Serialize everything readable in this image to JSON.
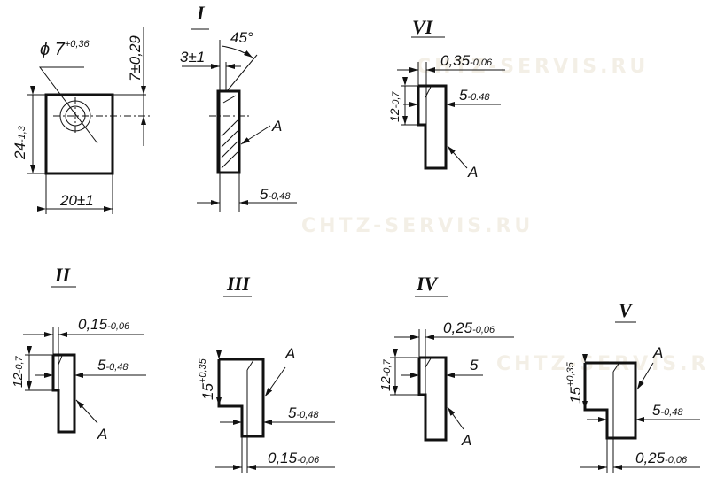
{
  "watermark": "CHTZ-SERVIS.RU",
  "blank": {
    "hole": {
      "sym": "ϕ 7",
      "tol": "+0,36"
    },
    "height": {
      "main": "24",
      "tol": "-1,3"
    },
    "width": {
      "main": "20±1"
    },
    "offset": {
      "main": "7±0,29"
    }
  },
  "views": {
    "I": {
      "title": "I",
      "gap": "3±1",
      "angle": "45°",
      "surface": "A",
      "thick": {
        "main": "5",
        "tol": "-0,48"
      }
    },
    "VI": {
      "title": "VI",
      "step": {
        "main": "0,35",
        "tol": "-0,06"
      },
      "thick": {
        "main": "5",
        "tol": "-0.48"
      },
      "height": {
        "main": "12",
        "tol": "-0,7"
      },
      "surface": "A"
    },
    "II": {
      "title": "II",
      "step": {
        "main": "0,15",
        "tol": "-0,06"
      },
      "thick": {
        "main": "5",
        "tol": "-0,48"
      },
      "height": {
        "main": "12",
        "tol": "-0,7"
      },
      "surface": "A"
    },
    "III": {
      "title": "III",
      "height": {
        "main": "15",
        "tol": "+0,35"
      },
      "thick": {
        "main": "5",
        "tol": "-0,48"
      },
      "step": {
        "main": "0,15",
        "tol": "-0,06"
      },
      "surface": "A"
    },
    "IV": {
      "title": "IV",
      "step": {
        "main": "0,25",
        "tol": "-0,06"
      },
      "thick": {
        "main": "5"
      },
      "height": {
        "main": "12",
        "tol": "-0,7"
      },
      "surface": "A"
    },
    "V": {
      "title": "V",
      "height": {
        "main": "15",
        "tol": "+0,35"
      },
      "thick": {
        "main": "5",
        "tol": "-0,48"
      },
      "step": {
        "main": "0,25",
        "tol": "-0,06"
      },
      "surface": "A"
    }
  }
}
